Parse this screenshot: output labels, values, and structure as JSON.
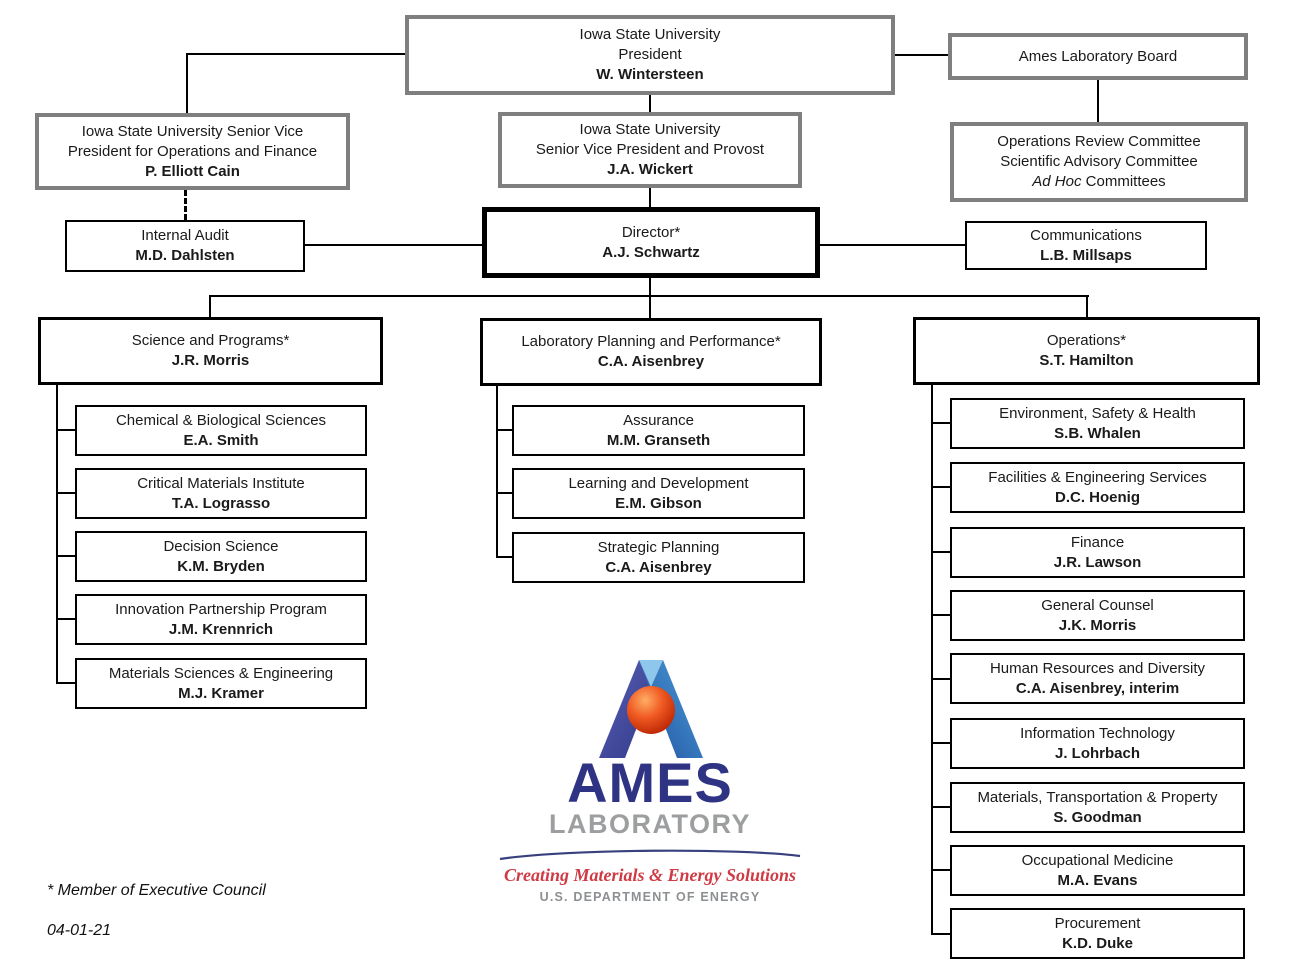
{
  "colors": {
    "background": "#ffffff",
    "border_gray": "#7f7f7f",
    "border_black": "#000000",
    "text": "#1a1a1a",
    "logo_navy": "#2e3383",
    "logo_gray": "#9c9ea0",
    "logo_red": "#cf3a44",
    "logo_doe_gray": "#8d9093",
    "ball_red": "#b31e00",
    "leg_indigo": "#2e3787",
    "leg_blue": "#1e4f9e"
  },
  "nodes": {
    "president": {
      "l1": "Iowa State University",
      "l2": "President",
      "name": "W. Wintersteen"
    },
    "board": {
      "l1": "Ames Laboratory Board"
    },
    "svp_ops": {
      "l1": "Iowa State University Senior Vice",
      "l2": "President for Operations and Finance",
      "name": "P. Elliott Cain"
    },
    "provost": {
      "l1": "Iowa State University",
      "l2": "Senior Vice President and Provost",
      "name": "J.A. Wickert"
    },
    "committees": {
      "l1": "Operations Review Committee",
      "l2": "Scientific Advisory Committee",
      "l3_italic": "Ad Hoc",
      "l3_rest": " Committees"
    },
    "internal_audit": {
      "l1": "Internal Audit",
      "name": "M.D. Dahlsten"
    },
    "director": {
      "l1": "Director*",
      "name": "A.J. Schwartz"
    },
    "communications": {
      "l1": "Communications",
      "name": "L.B. Millsaps"
    },
    "science": {
      "l1": "Science and Programs*",
      "name": "J.R. Morris"
    },
    "planning": {
      "l1": "Laboratory Planning and Performance*",
      "name": "C.A. Aisenbrey"
    },
    "operations": {
      "l1": "Operations*",
      "name": "S.T. Hamilton"
    }
  },
  "science_children": [
    {
      "title": "Chemical & Biological Sciences",
      "name": "E.A. Smith"
    },
    {
      "title": "Critical Materials Institute",
      "name": "T.A. Lograsso"
    },
    {
      "title": "Decision Science",
      "name": "K.M. Bryden"
    },
    {
      "title": "Innovation Partnership Program",
      "name": "J.M. Krennrich"
    },
    {
      "title": "Materials Sciences & Engineering",
      "name": "M.J. Kramer"
    }
  ],
  "planning_children": [
    {
      "title": "Assurance",
      "name": "M.M. Granseth"
    },
    {
      "title": "Learning and Development",
      "name": "E.M. Gibson"
    },
    {
      "title": "Strategic Planning",
      "name": "C.A. Aisenbrey"
    }
  ],
  "operations_children": [
    {
      "title": "Environment, Safety & Health",
      "name": "S.B. Whalen"
    },
    {
      "title": "Facilities & Engineering Services",
      "name": "D.C. Hoenig"
    },
    {
      "title": "Finance",
      "name": "J.R. Lawson"
    },
    {
      "title": "General Counsel",
      "name": "J.K. Morris"
    },
    {
      "title": "Human Resources and Diversity",
      "name": "C.A. Aisenbrey, interim"
    },
    {
      "title": "Information Technology",
      "name": "J. Lohrbach"
    },
    {
      "title": "Materials, Transportation & Property",
      "name": "S. Goodman"
    },
    {
      "title": "Occupational Medicine",
      "name": "M.A. Evans"
    },
    {
      "title": "Procurement",
      "name": "K.D. Duke"
    }
  ],
  "logo": {
    "mark": "ames-a-mark-with-red-sphere",
    "wordmark": "AMES",
    "sub_wordmark": "LABORATORY",
    "tagline": "Creating Materials & Energy Solutions",
    "agency": "U.S. DEPARTMENT OF ENERGY"
  },
  "footnote": {
    "executive_council": "* Member of Executive Council",
    "date": "04-01-21"
  }
}
